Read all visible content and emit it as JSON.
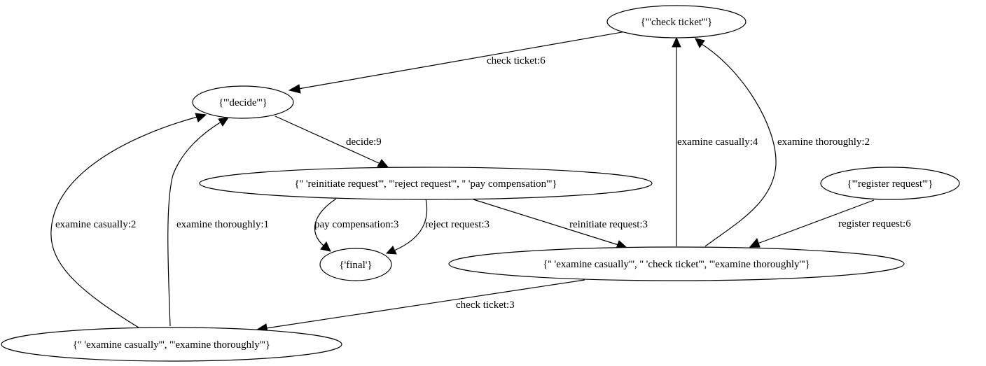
{
  "nodes": {
    "check_ticket": "{'''check ticket'''}",
    "decide": "{'''decide'''}",
    "reinit_reject_pay": "{'' 'reinitiate request''', '''reject request''', '' 'pay compensation'''}",
    "register_request": "{'''register request'''}",
    "final": "{'final'}",
    "examine_check_thorough": "{'' 'examine casually''', '' 'check ticket''', '''examine thoroughly'''}",
    "examine_casual_thorough": "{'' 'examine casually''', '''examine thoroughly'''}"
  },
  "edges": {
    "check_ticket_to_decide": "check ticket:6",
    "decide_to_reinit": "decide:9",
    "examine_casually_to_check": "examine casually:4",
    "examine_thoroughly_to_check": "examine thoroughly:2",
    "register_to_examine": "register request:6",
    "pay_compensation": "pay compensation:3",
    "reject_request": "reject request:3",
    "reinitiate_request": "reinitiate request:3",
    "examine_casually_to_decide": "examine casually:2",
    "examine_thoroughly_to_decide": "examine thoroughly:1",
    "check_ticket_to_bottom": "check ticket:3"
  }
}
